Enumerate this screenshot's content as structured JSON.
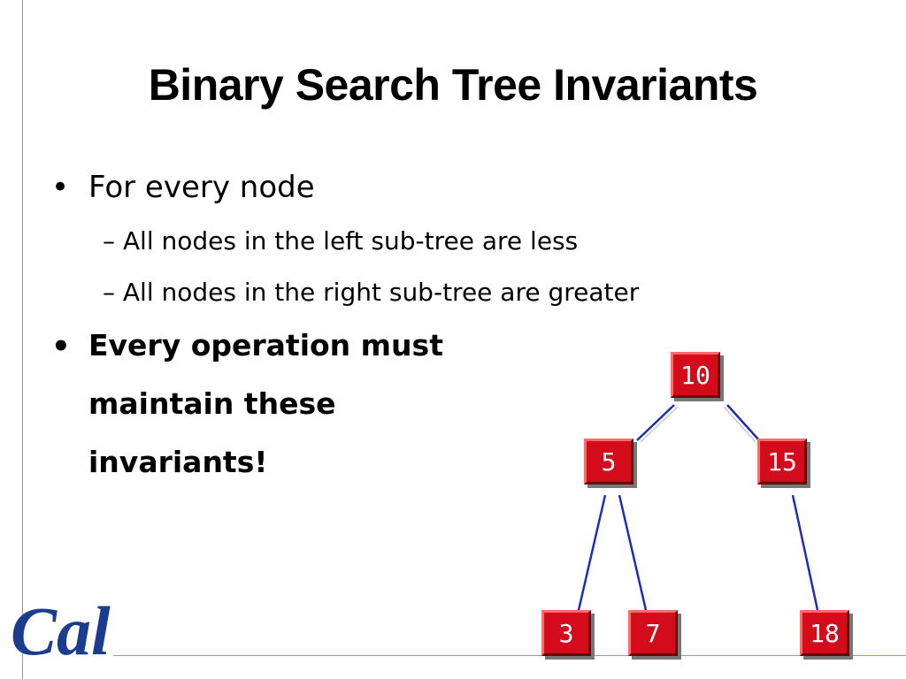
{
  "slide": {
    "title": "Binary Search Tree Invariants",
    "bullets": [
      {
        "text": "For every node",
        "sub": [
          "All nodes in the left sub-tree  are less",
          "All nodes in the right sub-tree are greater"
        ]
      },
      {
        "text_lines": [
          "Every operation must",
          "maintain these",
          "invariants!"
        ]
      }
    ],
    "bullet_char": "•",
    "sub_char": "–"
  },
  "logo": {
    "text": "Cal",
    "color": "#1a3d8f"
  },
  "tree": {
    "nodes": {
      "root": "10",
      "left": "5",
      "right": "15",
      "left_left": "3",
      "left_right": "7",
      "right_right": "18"
    },
    "node_color": "#d40b1a",
    "edge_color": "#1a2fb8"
  }
}
